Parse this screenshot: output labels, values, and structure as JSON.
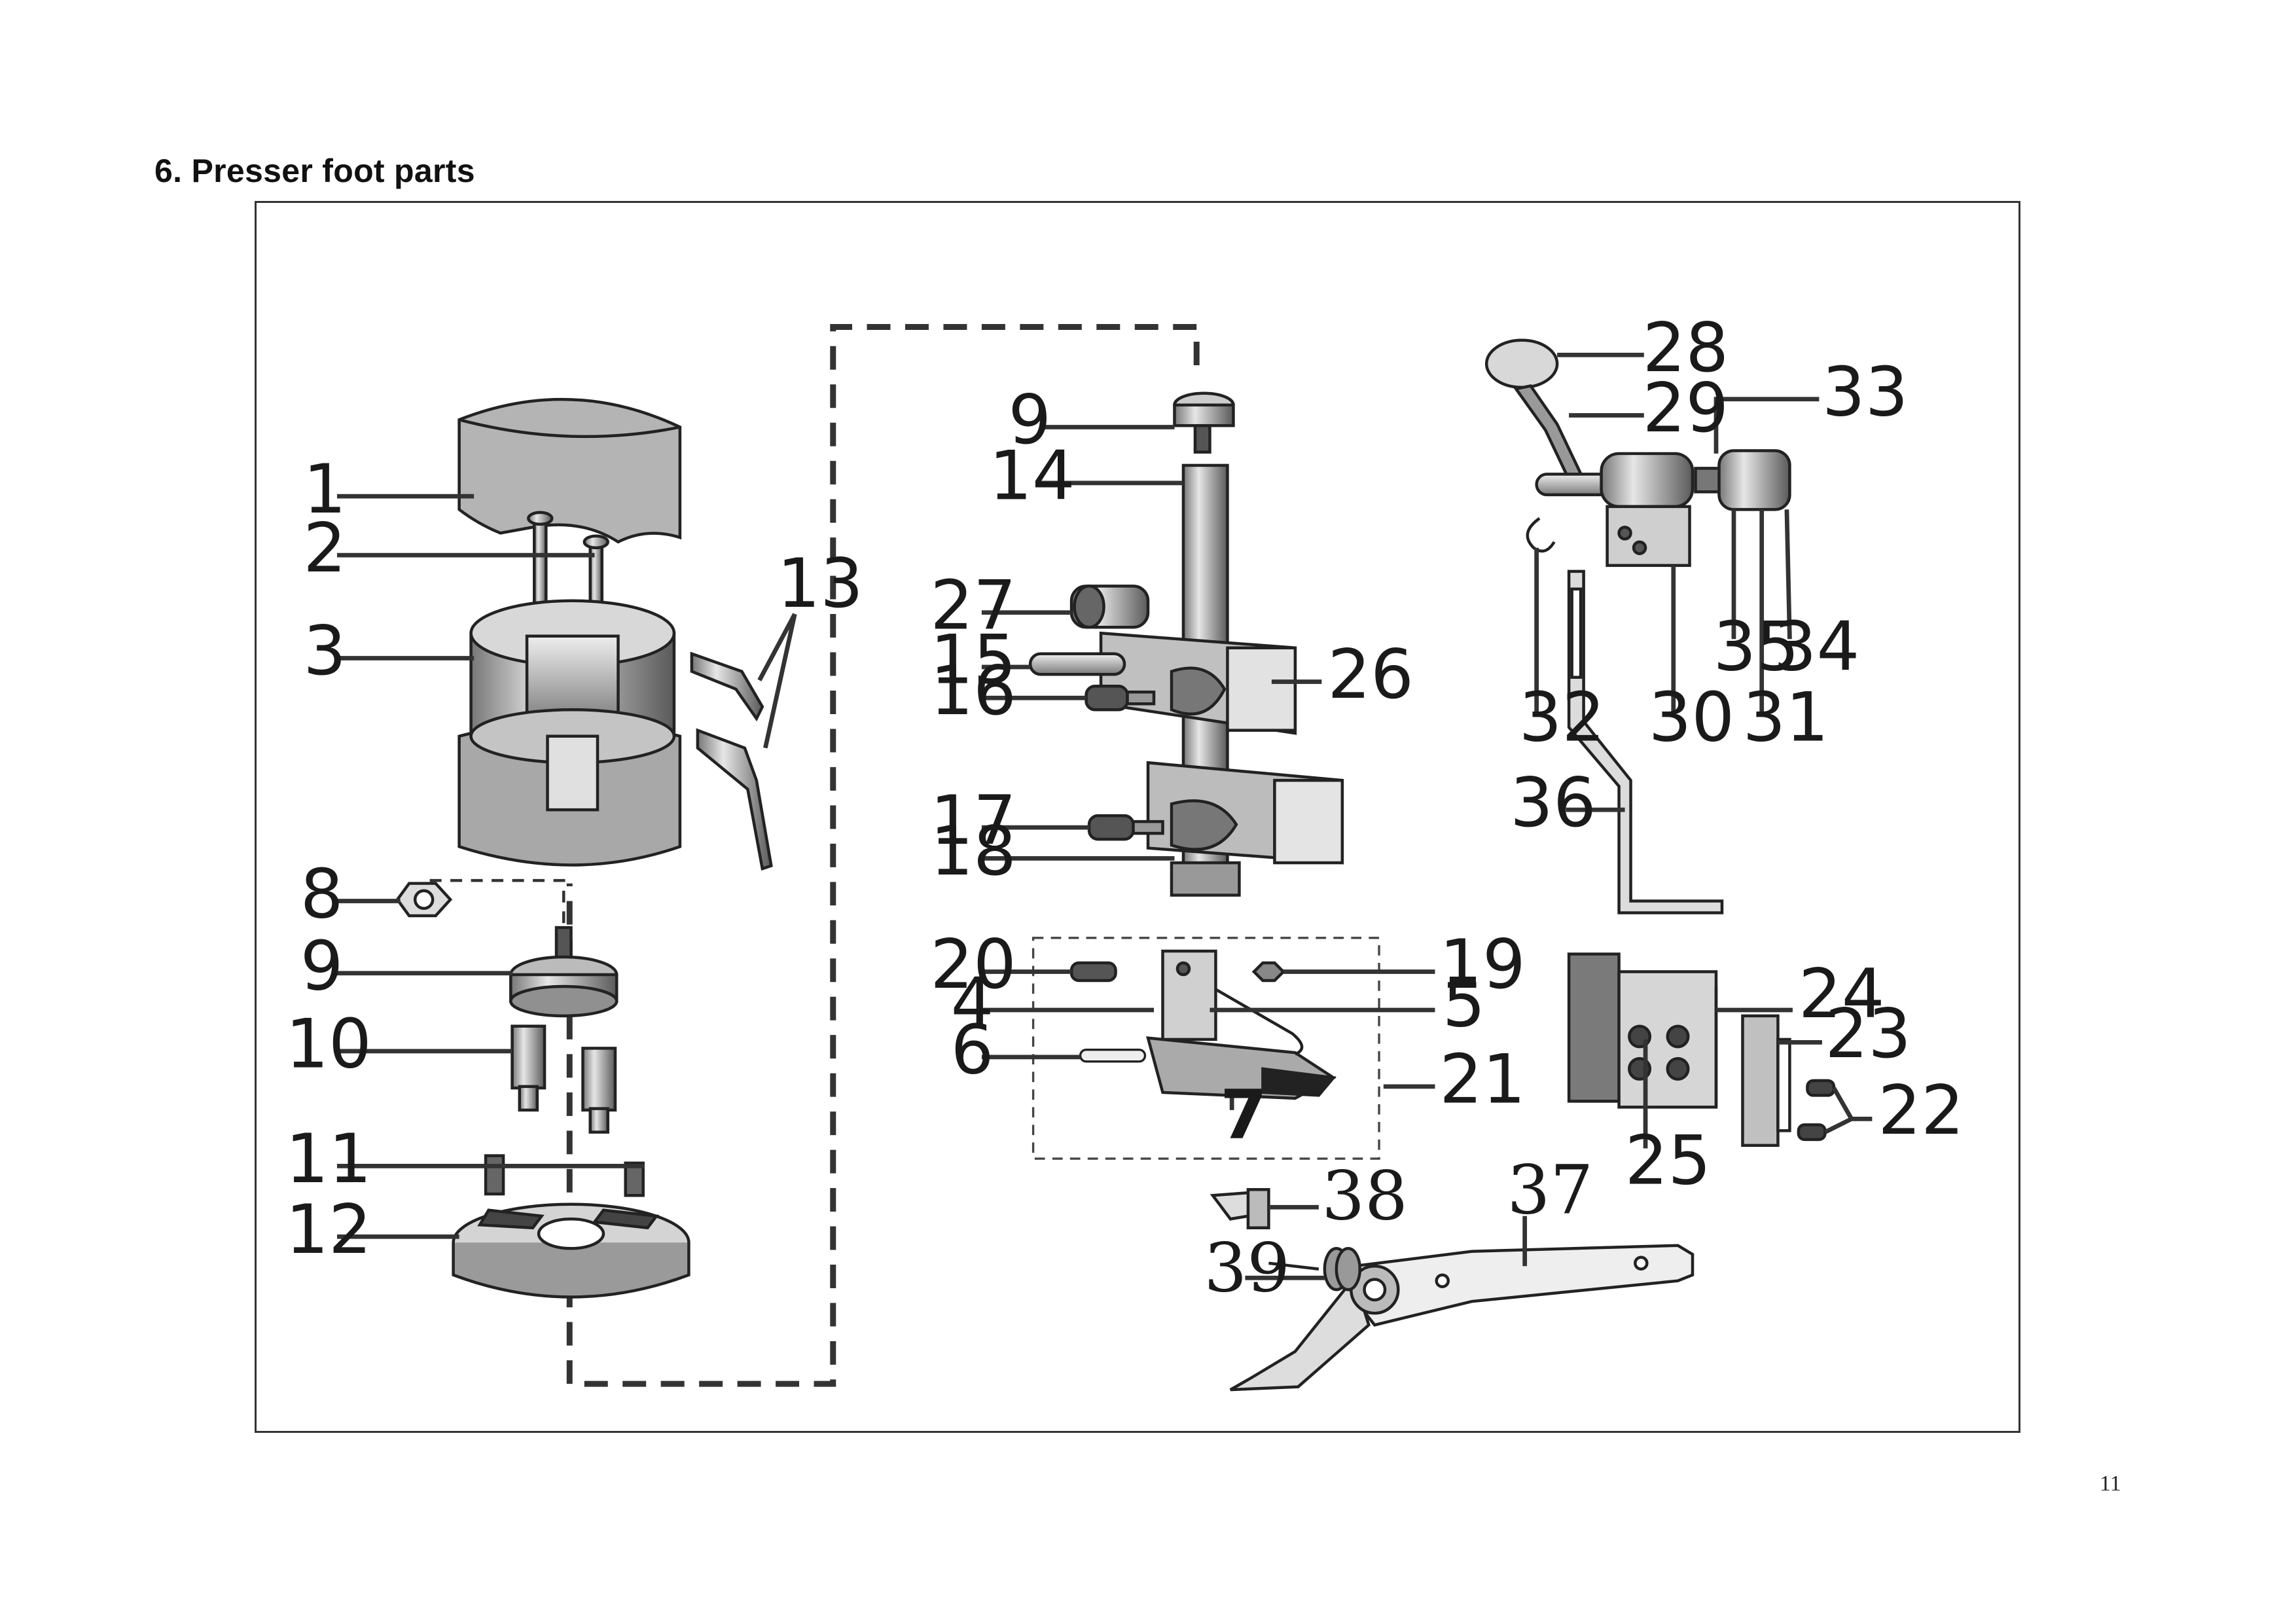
{
  "page": {
    "heading": "6. Presser foot parts",
    "page_number": "11"
  },
  "callouts": {
    "c1": "1",
    "c2": "2",
    "c3": "3",
    "c4": "4",
    "c5": "5",
    "c6": "6",
    "c7": "7",
    "c8": "8",
    "c9": "9",
    "c9b": "9",
    "c10": "10",
    "c11": "11",
    "c12": "12",
    "c13": "13",
    "c14": "14",
    "c15": "15",
    "c16": "16",
    "c17": "17",
    "c18": "18",
    "c19": "19",
    "c20": "20",
    "c21": "21",
    "c22": "22",
    "c23": "23",
    "c24": "24",
    "c25": "25",
    "c26": "26",
    "c27": "27",
    "c28": "28",
    "c29": "29",
    "c30": "30",
    "c31": "31",
    "c32": "32",
    "c33": "33",
    "c34": "34",
    "c35": "35",
    "c36": "36",
    "c37": "37",
    "c38": "38",
    "c39": "39"
  }
}
